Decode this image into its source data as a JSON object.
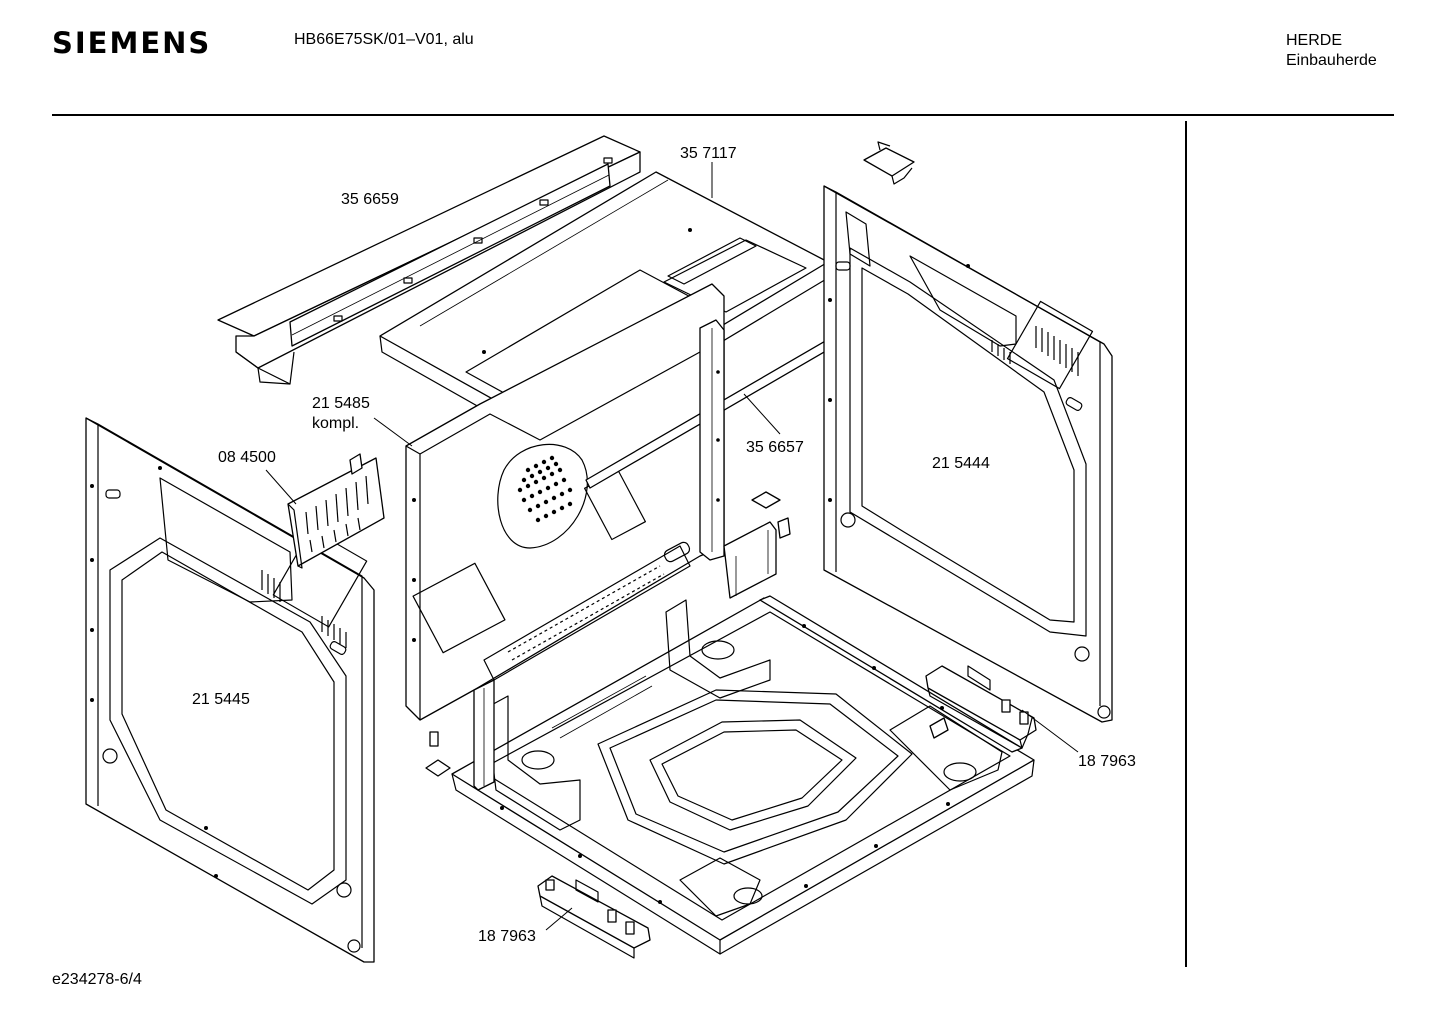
{
  "header": {
    "brand": "SIEMENS",
    "model": "HB66E75SK/01–V01, alu",
    "category_line1": "HERDE",
    "category_line2": "Einbauherde"
  },
  "footer": {
    "drawing_id": "e234278-6/4"
  },
  "parts": {
    "p356659": "35 6659",
    "p357117": "35  7117",
    "p215485": "21 5485",
    "p215485_note": "kompl.",
    "p084500": "08 4500",
    "p356657": "35 6657",
    "p215444": "21 5444",
    "p215445": "21 5445",
    "p187963_right": "18 7963",
    "p187963_bottom": "18 7963"
  }
}
